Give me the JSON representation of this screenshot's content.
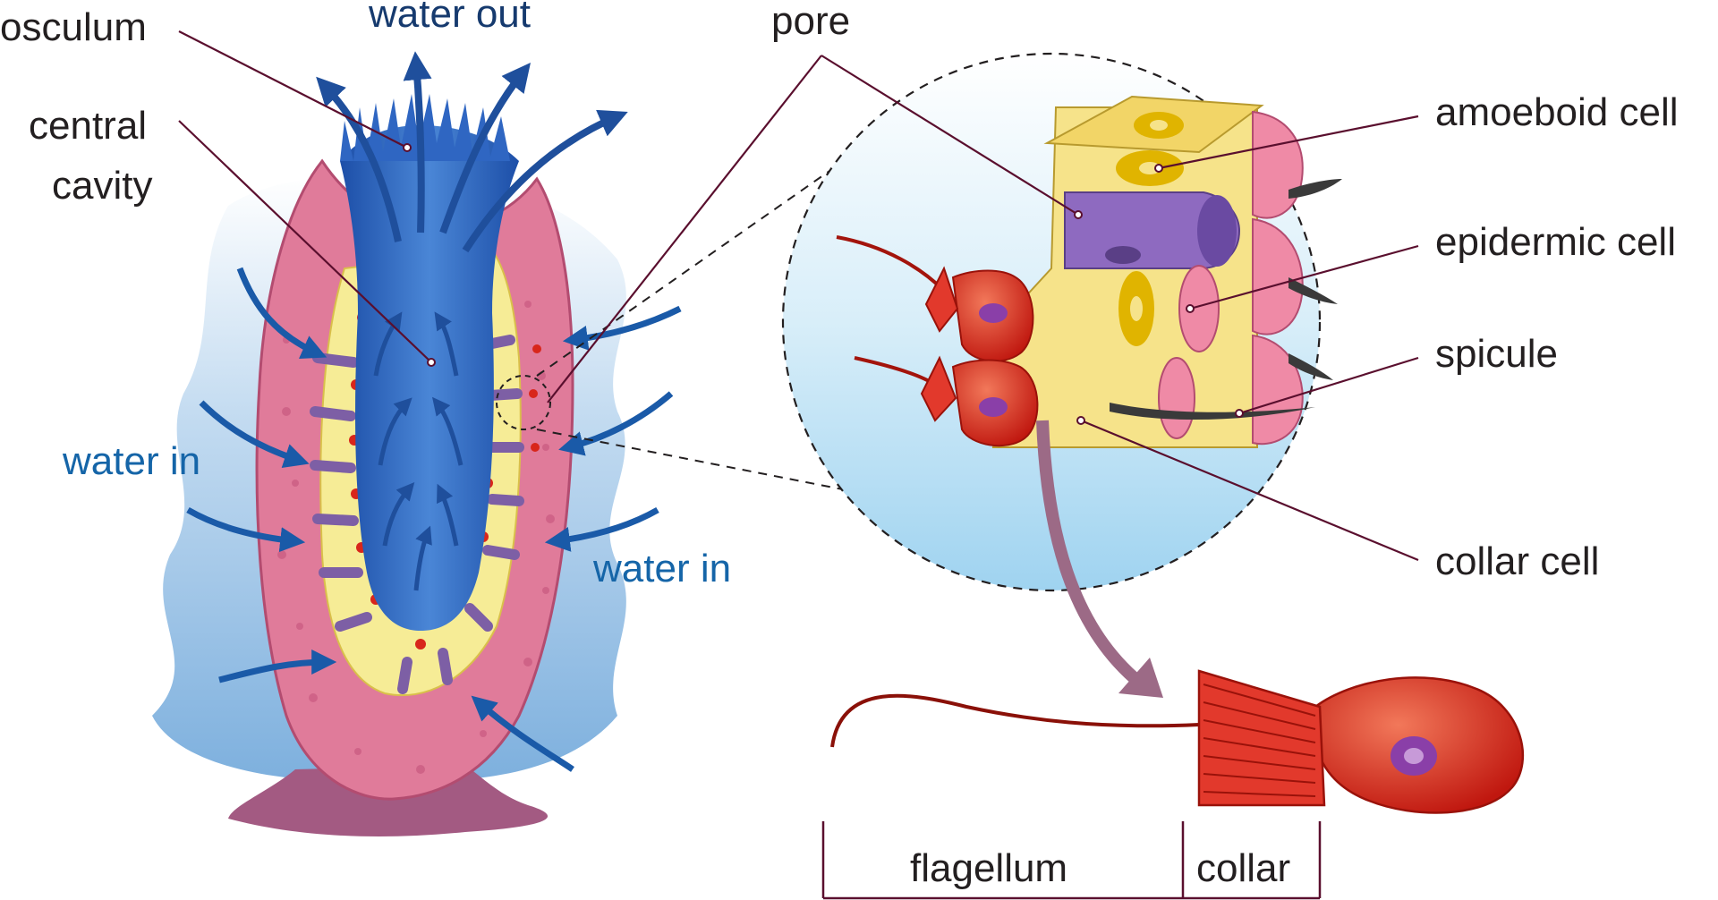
{
  "labels": {
    "osculum": "osculum",
    "water_out": "water out",
    "central": "central",
    "cavity": "cavity",
    "water_in_left": "water in",
    "water_in_right": "water in",
    "pore": "pore",
    "amoeboid_cell": "amoeboid cell",
    "epidermic_cell": "epidermic cell",
    "spicule": "spicule",
    "collar_cell": "collar cell",
    "flagellum": "flagellum",
    "collar": "collar"
  },
  "colors": {
    "label_text": "#231f20",
    "water_label": "#1565a8",
    "water_out_label": "#163a6e",
    "leader_line": "#5a0f2e",
    "sponge_body": "#e07b9a",
    "central_cavity": "#2f66c2",
    "collar_cell": "#d8261b",
    "flow_arrow": "#1a5aa8",
    "zoom_circle": "#c7e6f6",
    "big_arrow": "#9c6a86"
  }
}
